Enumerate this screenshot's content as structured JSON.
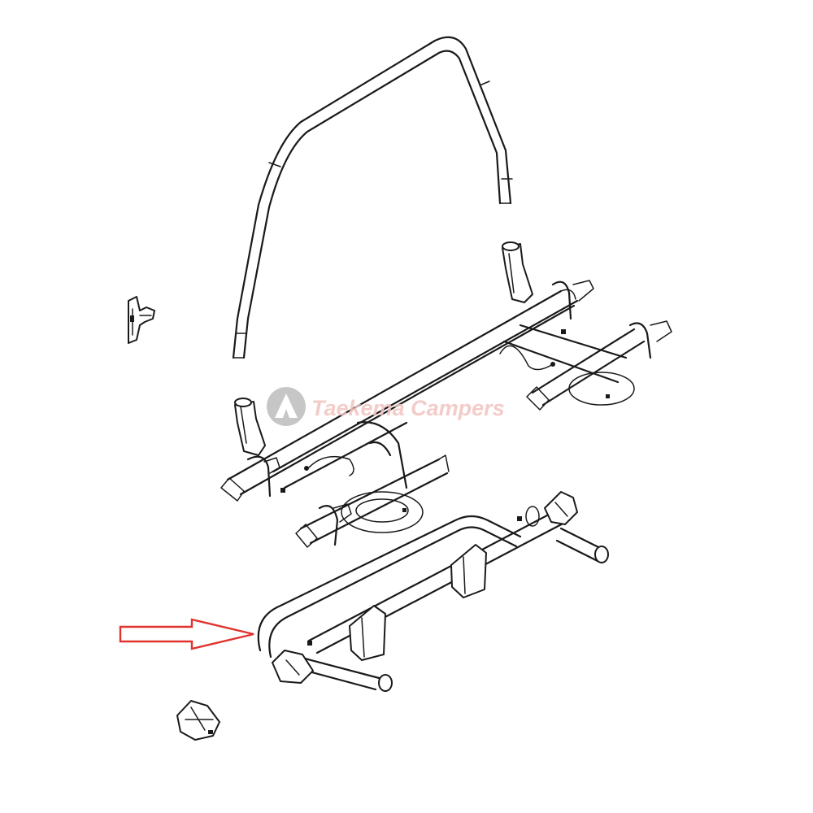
{
  "watermark": {
    "text": "Taekema Campers",
    "text_color": "#f2c4c0",
    "logo_color": "#bdbdbd",
    "logo_icon": "tent-mountain-icon"
  },
  "highlight_arrow": {
    "color": "#e0332f",
    "direction": "right",
    "target": "lower-rear-frame-tube"
  }
}
